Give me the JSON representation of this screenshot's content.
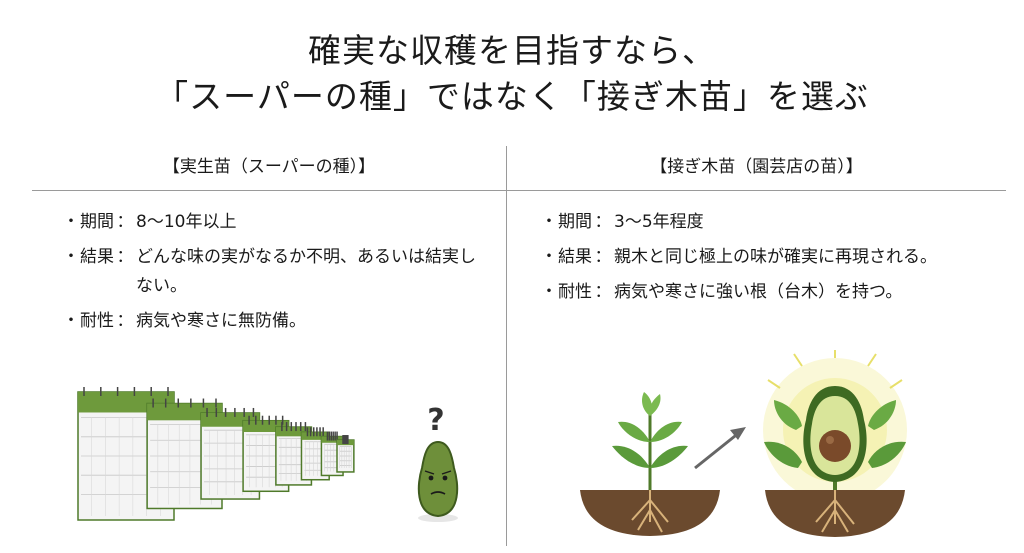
{
  "title": {
    "line1": "確実な収穫を目指すなら、",
    "line2": "「スーパーの種」ではなく「接ぎ木苗」を選ぶ"
  },
  "left": {
    "heading": "【実生苗（スーパーの種）】",
    "items": [
      {
        "label": "期間",
        "text": "8〜10年以上"
      },
      {
        "label": "結果",
        "text": "どんな味の実がなるか不明、あるいは結実しない。"
      },
      {
        "label": "耐性",
        "text": "病気や寒さに無防備。"
      }
    ],
    "question_mark": "?"
  },
  "right": {
    "heading": "【接ぎ木苗（園芸店の苗）】",
    "items": [
      {
        "label": "期間",
        "text": "3〜5年程度"
      },
      {
        "label": "結果",
        "text": "親木と同じ極上の味が確実に再現される。"
      },
      {
        "label": "耐性",
        "text": "病気や寒さに強い根（台木）を持つ。"
      }
    ]
  },
  "bullet": "・",
  "colon": "：",
  "colors": {
    "calendar_green": "#6e9a3c",
    "calendar_dark": "#4f7a2a",
    "leaf_green": "#5a9a3a",
    "soil_brown": "#6b4a2e",
    "root_tan": "#d8b27a",
    "avocado_skin": "#3e6a22",
    "avocado_flesh": "#d9e59a",
    "avocado_pit": "#7a4a2a",
    "glow": "#f3f0a0",
    "arrow": "#666666"
  },
  "icons": {
    "left_illustration": "calendar-stack-icon",
    "left_character": "confused-avocado-icon",
    "right_illustration": "growth-arrow-icon"
  }
}
